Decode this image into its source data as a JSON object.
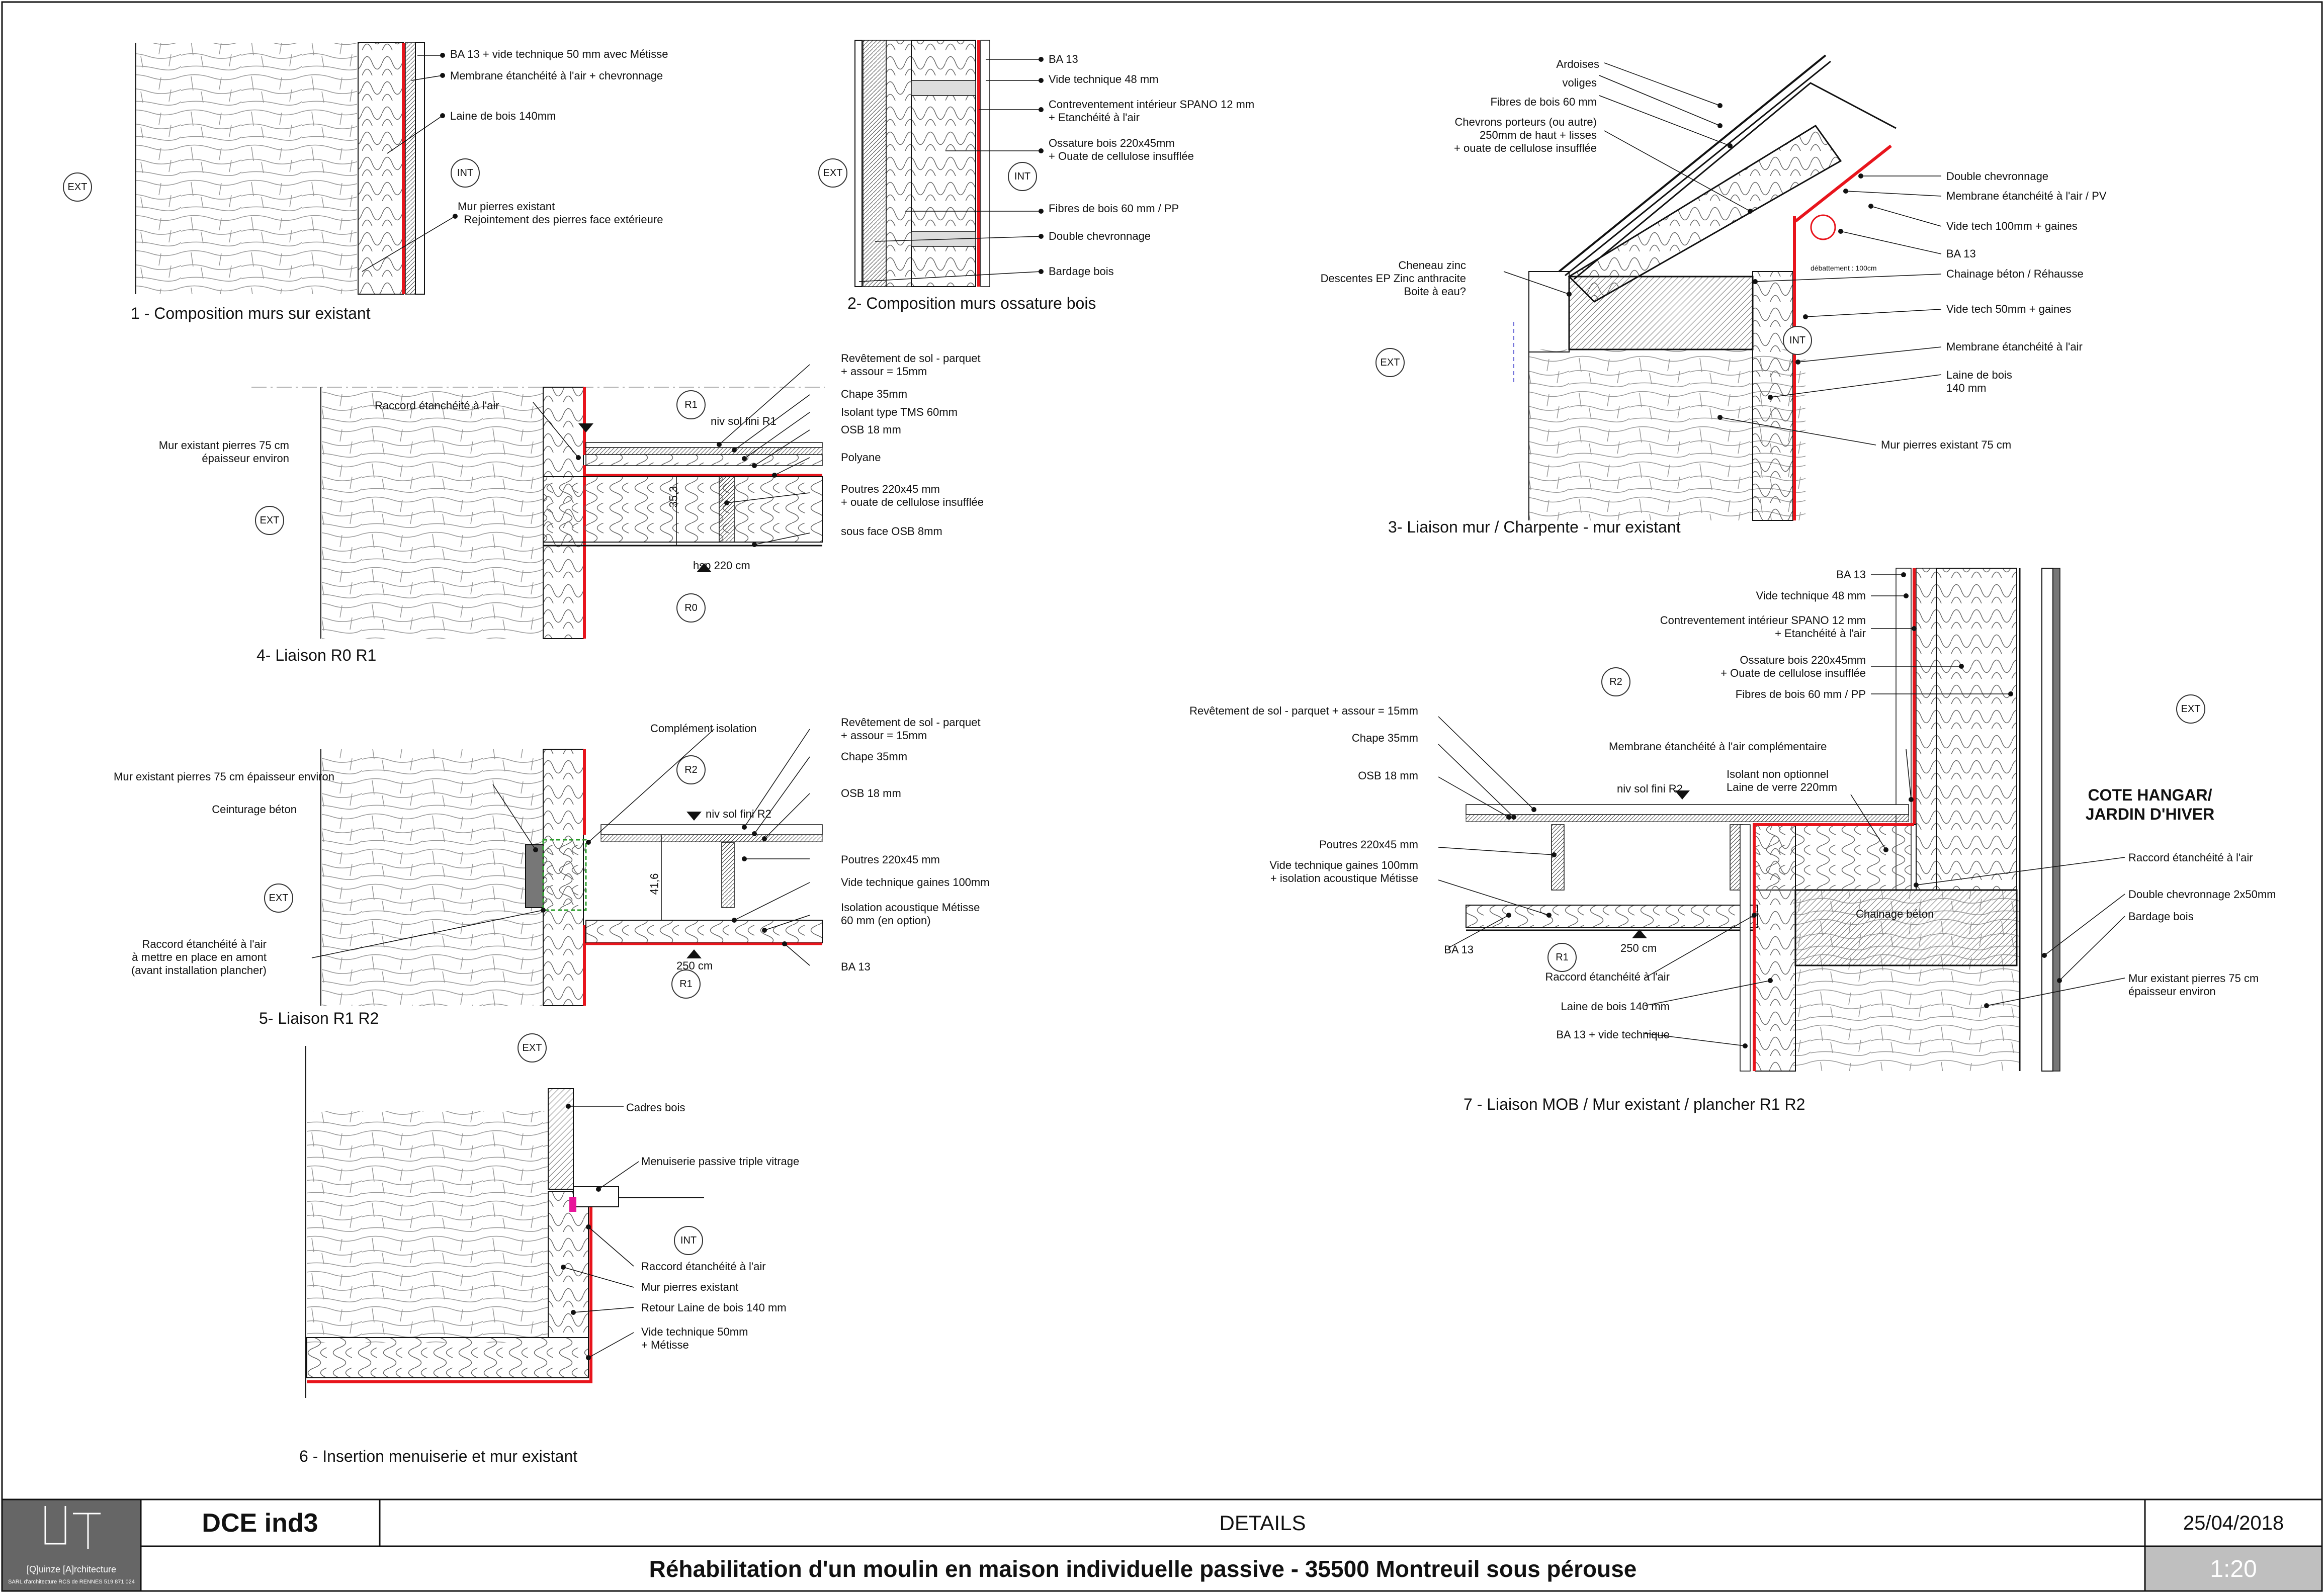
{
  "tags": {
    "ext": "EXT",
    "int": "INT",
    "r0": "R0",
    "r1": "R1",
    "r2": "R2"
  },
  "d1": {
    "title": "1 - Composition murs sur existant",
    "labels": [
      "BA 13 + vide technique 50 mm avec Métisse",
      "Membrane étanchéité à l'air + chevronnage",
      "Laine de bois 140mm",
      "Mur pierres existant\n  Rejointement des pierres face extérieure"
    ]
  },
  "d2": {
    "title": "2- Composition murs ossature bois",
    "labels": [
      "BA 13",
      "Vide technique 48 mm",
      "Contreventement intérieur SPANO 12 mm\n+ Etanchéité à l'air",
      "Ossature bois 220x45mm\n+ Ouate de cellulose insufflée",
      "Fibres de bois 60 mm / PP",
      "Double chevronnage",
      "Bardage bois"
    ]
  },
  "d3": {
    "title": "3- Liaison mur / Charpente - mur existant",
    "left_labels": [
      "Ardoises",
      "voliges",
      "Fibres de bois 60 mm",
      "Chevrons porteurs (ou autre)\n250mm de haut + lisses\n+ ouate de cellulose insufflée",
      "Cheneau zinc\nDescentes EP Zinc anthracite\nBoite à eau?"
    ],
    "right_labels": [
      "Double chevronnage",
      "Membrane étanchéité à l'air / PV",
      "Vide tech 100mm + gaines",
      "BA 13",
      "Chainage béton / Réhausse",
      "Vide tech 50mm + gaines",
      "Membrane étanchéité à l'air",
      "Laine de bois\n140 mm",
      "Mur pierres existant 75 cm"
    ],
    "small": "débattement : 100cm"
  },
  "d4": {
    "title": "4- Liaison R0 R1",
    "left_labels": [
      "Raccord étanchéité à l'air",
      "Mur existant pierres 75 cm\népaisseur environ"
    ],
    "right_labels": [
      "Revêtement de sol - parquet\n+ assour = 15mm",
      "Chape 35mm",
      "Isolant type TMS 60mm",
      "OSB 18 mm",
      "Polyane",
      "Poutres 220x45 mm\n+ ouate de cellulose insufflée",
      "sous face OSB 8mm"
    ],
    "level": "niv sol fini R1",
    "dim": "35,3",
    "hsp": "hsp 220 cm"
  },
  "d5": {
    "title": "5- Liaison R1 R2",
    "left_labels": [
      "Mur existant pierres 75 cm épaisseur environ",
      "Ceinturage béton",
      "Raccord étanchéité à l'air\nà mettre en place en amont\n(avant installation plancher)"
    ],
    "top_label": "Complément isolation",
    "right_labels": [
      "Revêtement de sol - parquet\n+ assour = 15mm",
      "Chape 35mm",
      "OSB 18 mm",
      "Poutres 220x45 mm",
      "Vide technique gaines 100mm",
      "Isolation acoustique Métisse\n60 mm (en option)",
      "BA 13"
    ],
    "level": "niv sol fini R2",
    "dim": "41,6",
    "hsp": "250 cm"
  },
  "d6": {
    "title": "6 - Insertion menuiserie et mur existant",
    "labels": [
      "Cadres bois",
      "Menuiserie passive triple vitrage",
      "Raccord étanchéité à l'air",
      "Mur pierres existant",
      "Retour Laine de bois 140 mm",
      "Vide technique 50mm\n+ Métisse"
    ]
  },
  "d7": {
    "title": "7 - Liaison MOB / Mur existant / plancher R1 R2",
    "top_labels": [
      "BA 13",
      "Vide technique 48 mm",
      "Contreventement intérieur SPANO 12 mm\n+ Etanchéité à l'air",
      "Ossature bois 220x45mm\n+ Ouate de cellulose insufflée",
      "Fibres de bois 60 mm / PP"
    ],
    "left_labels": [
      "Revêtement de sol - parquet + assour = 15mm",
      "Chape 35mm",
      "OSB 18 mm",
      "Poutres 220x45 mm",
      "Vide technique gaines 100mm\n+ isolation acoustique Métisse",
      "BA 13"
    ],
    "mid_labels": [
      "Membrane étanchéité à l'air complémentaire",
      "Isolant non optionnel\nLaine de verre 220mm",
      "Chainage béton",
      "Raccord étanchéité à l'air",
      "Laine de bois 140 mm",
      "BA 13 + vide technique"
    ],
    "right_labels": [
      "Raccord étanchéité à l'air",
      "Double chevronnage 2x50mm",
      "Bardage bois",
      "Mur existant pierres 75 cm\népaisseur environ"
    ],
    "level": "niv sol fini R2",
    "hsp": "250 cm",
    "side_title": "COTE HANGAR/\nJARDIN D'HIVER"
  },
  "cartouche": {
    "phase": "DCE ind3",
    "sheet": "DETAILS",
    "date": "25/04/2018",
    "project": "Réhabilitation d'un moulin en maison individuelle passive -  35500 Montreuil sous pérouse",
    "scale": "1:20",
    "firm": "[Q]uinze [A]rchitecture",
    "firm_sub": "SARL d'architecture RCS de RENNES 519 871 024"
  },
  "colors": {
    "membrane": "#e8141c",
    "line": "#111111",
    "hatch": "#777777",
    "cartouche_fill": "#bfbfbf"
  }
}
